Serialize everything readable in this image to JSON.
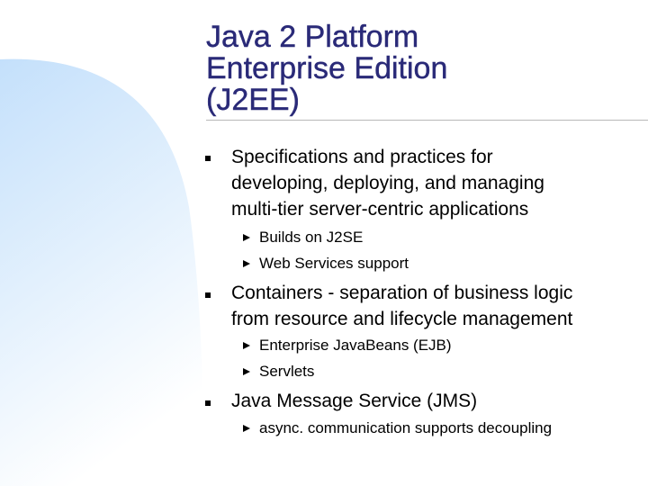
{
  "slide": {
    "title_lines": [
      "Java 2 Platform",
      "Enterprise Edition",
      "(J2EE)"
    ],
    "bullets": [
      {
        "lines": [
          "Specifications and practices for",
          "developing, deploying, and managing",
          "multi-tier server-centric applications"
        ],
        "subitems": [
          "Builds on J2SE",
          "Web Services support"
        ]
      },
      {
        "lines": [
          "Containers - separation of business logic",
          "from resource and lifecycle management"
        ],
        "subitems": [
          "Enterprise JavaBeans (EJB)",
          "Servlets"
        ]
      },
      {
        "lines": [
          "Java Message Service (JMS)"
        ],
        "subitems": [
          "async. communication supports decoupling"
        ]
      }
    ]
  },
  "colors": {
    "title": "#2a2a78",
    "background_gradient_top": "#c4e0fb",
    "background_gradient_bottom": "#ffffff",
    "bullet": "#000000"
  },
  "icons": {
    "level1_bullet": "square-bullet-icon",
    "level2_bullet": "triangle-bullet-icon"
  }
}
